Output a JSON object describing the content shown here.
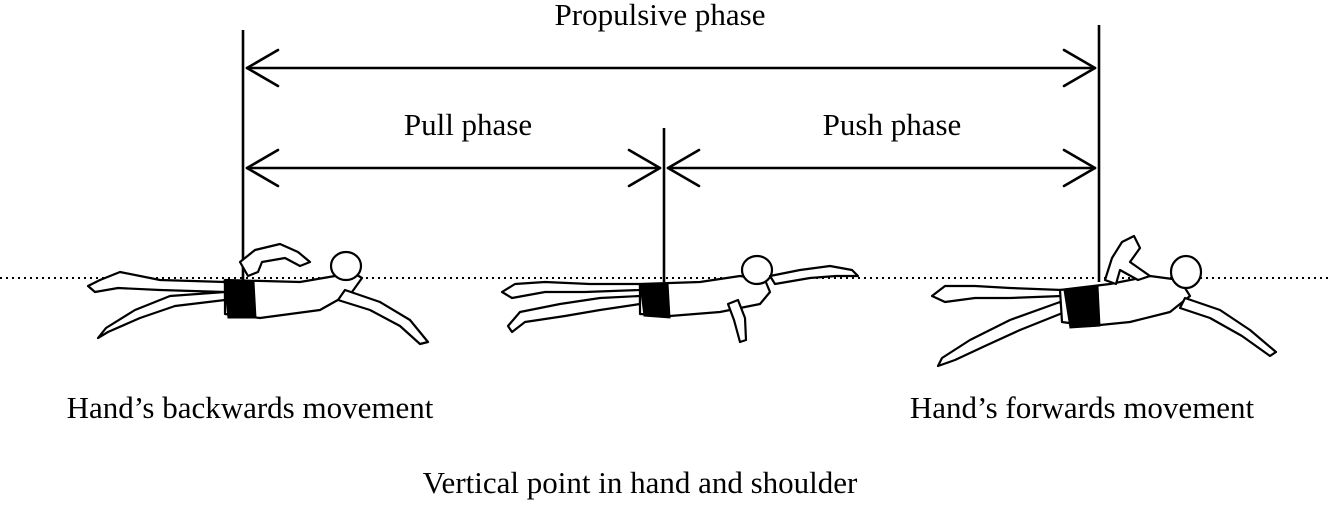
{
  "labels": {
    "propulsive_phase": "Propulsive phase",
    "pull_phase": "Pull phase",
    "push_phase": "Push phase",
    "backwards_movement": "Hand’s backwards movement",
    "forwards_movement": "Hand’s forwards movement",
    "vertical_point": "Vertical point in hand and shoulder"
  }
}
